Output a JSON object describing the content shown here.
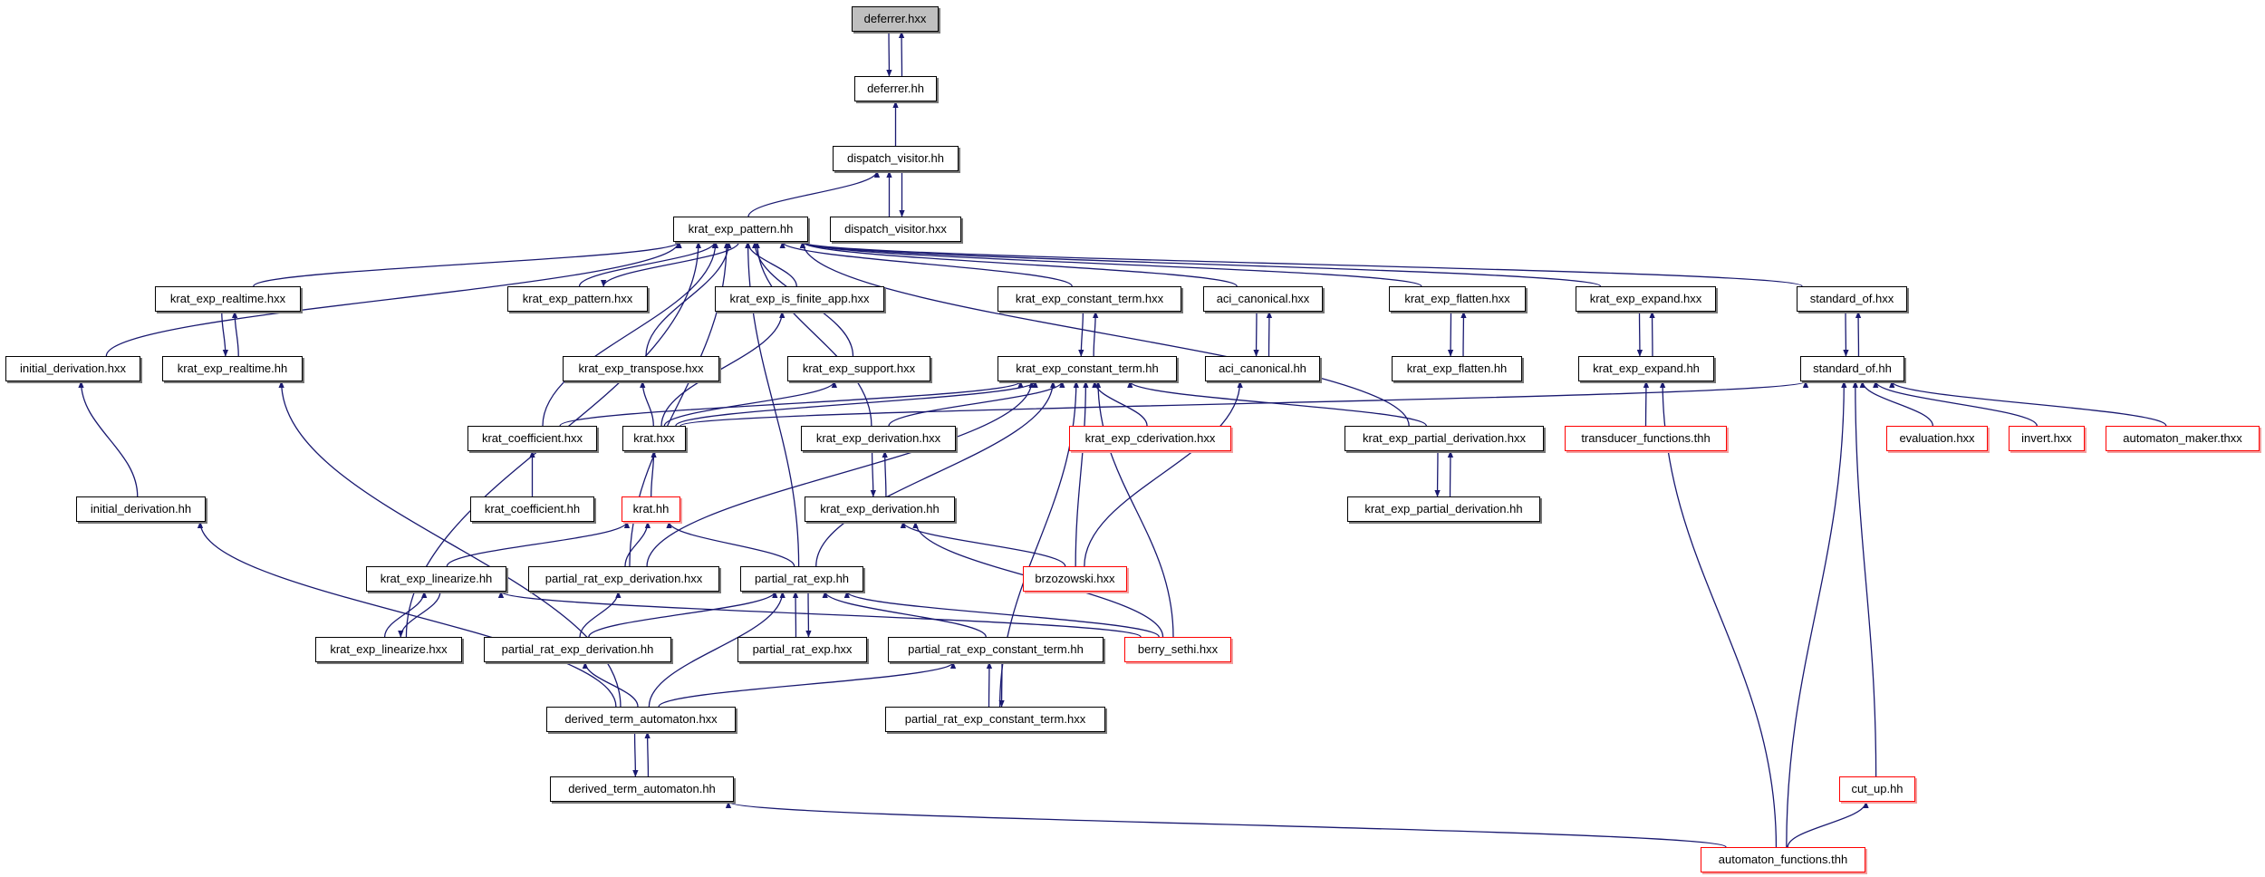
{
  "diagram": {
    "type": "include-dependency-graph",
    "colors": {
      "edge": "#191970",
      "normal_border": "#000000",
      "incomplete_border": "#ff0000",
      "root_fill": "#bfbfbf"
    },
    "nodes": [
      {
        "id": "deferrer.hxx",
        "label": "deferrer.hxx",
        "style": "root"
      },
      {
        "id": "deferrer.hh",
        "label": "deferrer.hh",
        "style": "normal"
      },
      {
        "id": "dispatch_visitor.hh",
        "label": "dispatch_visitor.hh",
        "style": "normal"
      },
      {
        "id": "krat_exp_pattern.hh",
        "label": "krat_exp_pattern.hh",
        "style": "normal"
      },
      {
        "id": "dispatch_visitor.hxx",
        "label": "dispatch_visitor.hxx",
        "style": "normal"
      },
      {
        "id": "krat_exp_realtime.hxx",
        "label": "krat_exp_realtime.hxx",
        "style": "normal"
      },
      {
        "id": "krat_exp_pattern.hxx",
        "label": "krat_exp_pattern.hxx",
        "style": "normal"
      },
      {
        "id": "krat_exp_is_finite_app.hxx",
        "label": "krat_exp_is_finite_app.hxx",
        "style": "normal"
      },
      {
        "id": "krat_exp_constant_term.hxx",
        "label": "krat_exp_constant_term.hxx",
        "style": "normal"
      },
      {
        "id": "aci_canonical.hxx",
        "label": "aci_canonical.hxx",
        "style": "normal"
      },
      {
        "id": "krat_exp_flatten.hxx",
        "label": "krat_exp_flatten.hxx",
        "style": "normal"
      },
      {
        "id": "krat_exp_expand.hxx",
        "label": "krat_exp_expand.hxx",
        "style": "normal"
      },
      {
        "id": "standard_of.hxx",
        "label": "standard_of.hxx",
        "style": "normal"
      },
      {
        "id": "initial_derivation.hxx",
        "label": "initial_derivation.hxx",
        "style": "normal"
      },
      {
        "id": "krat_exp_realtime.hh",
        "label": "krat_exp_realtime.hh",
        "style": "normal"
      },
      {
        "id": "krat_exp_transpose.hxx",
        "label": "krat_exp_transpose.hxx",
        "style": "normal"
      },
      {
        "id": "krat_exp_support.hxx",
        "label": "krat_exp_support.hxx",
        "style": "normal"
      },
      {
        "id": "krat_exp_constant_term.hh",
        "label": "krat_exp_constant_term.hh",
        "style": "normal"
      },
      {
        "id": "aci_canonical.hh",
        "label": "aci_canonical.hh",
        "style": "normal"
      },
      {
        "id": "krat_exp_flatten.hh",
        "label": "krat_exp_flatten.hh",
        "style": "normal"
      },
      {
        "id": "krat_exp_expand.hh",
        "label": "krat_exp_expand.hh",
        "style": "normal"
      },
      {
        "id": "standard_of.hh",
        "label": "standard_of.hh",
        "style": "normal"
      },
      {
        "id": "krat_coefficient.hxx",
        "label": "krat_coefficient.hxx",
        "style": "normal"
      },
      {
        "id": "krat.hxx",
        "label": "krat.hxx",
        "style": "normal"
      },
      {
        "id": "krat_exp_derivation.hxx",
        "label": "krat_exp_derivation.hxx",
        "style": "normal"
      },
      {
        "id": "krat_exp_cderivation.hxx",
        "label": "krat_exp_cderivation.hxx",
        "style": "red"
      },
      {
        "id": "krat_exp_partial_derivation.hxx",
        "label": "krat_exp_partial_derivation.hxx",
        "style": "normal"
      },
      {
        "id": "transducer_functions.thh",
        "label": "transducer_functions.thh",
        "style": "red"
      },
      {
        "id": "evaluation.hxx",
        "label": "evaluation.hxx",
        "style": "red"
      },
      {
        "id": "invert.hxx",
        "label": "invert.hxx",
        "style": "red"
      },
      {
        "id": "automaton_maker.thxx",
        "label": "automaton_maker.thxx",
        "style": "red"
      },
      {
        "id": "initial_derivation.hh",
        "label": "initial_derivation.hh",
        "style": "normal"
      },
      {
        "id": "krat_coefficient.hh",
        "label": "krat_coefficient.hh",
        "style": "normal"
      },
      {
        "id": "krat.hh",
        "label": "krat.hh",
        "style": "red"
      },
      {
        "id": "krat_exp_derivation.hh",
        "label": "krat_exp_derivation.hh",
        "style": "normal"
      },
      {
        "id": "krat_exp_partial_derivation.hh",
        "label": "krat_exp_partial_derivation.hh",
        "style": "normal"
      },
      {
        "id": "krat_exp_linearize.hh",
        "label": "krat_exp_linearize.hh",
        "style": "normal"
      },
      {
        "id": "partial_rat_exp_derivation.hxx",
        "label": "partial_rat_exp_derivation.hxx",
        "style": "normal"
      },
      {
        "id": "partial_rat_exp.hh",
        "label": "partial_rat_exp.hh",
        "style": "normal"
      },
      {
        "id": "brzozowski.hxx",
        "label": "brzozowski.hxx",
        "style": "red"
      },
      {
        "id": "krat_exp_linearize.hxx",
        "label": "krat_exp_linearize.hxx",
        "style": "normal"
      },
      {
        "id": "partial_rat_exp_derivation.hh",
        "label": "partial_rat_exp_derivation.hh",
        "style": "normal"
      },
      {
        "id": "partial_rat_exp.hxx",
        "label": "partial_rat_exp.hxx",
        "style": "normal"
      },
      {
        "id": "partial_rat_exp_constant_term.hh",
        "label": "partial_rat_exp_constant_term.hh",
        "style": "normal"
      },
      {
        "id": "berry_sethi.hxx",
        "label": "berry_sethi.hxx",
        "style": "red"
      },
      {
        "id": "derived_term_automaton.hxx",
        "label": "derived_term_automaton.hxx",
        "style": "normal"
      },
      {
        "id": "partial_rat_exp_constant_term.hxx",
        "label": "partial_rat_exp_constant_term.hxx",
        "style": "normal"
      },
      {
        "id": "derived_term_automaton.hh",
        "label": "derived_term_automaton.hh",
        "style": "normal"
      },
      {
        "id": "cut_up.hh",
        "label": "cut_up.hh",
        "style": "red"
      },
      {
        "id": "automaton_functions.thh",
        "label": "automaton_functions.thh",
        "style": "red"
      }
    ],
    "edges": [
      [
        "deferrer.hh",
        "deferrer.hxx"
      ],
      [
        "deferrer.hxx",
        "deferrer.hh"
      ],
      [
        "dispatch_visitor.hh",
        "deferrer.hh"
      ],
      [
        "krat_exp_pattern.hh",
        "dispatch_visitor.hh"
      ],
      [
        "dispatch_visitor.hxx",
        "dispatch_visitor.hh"
      ],
      [
        "dispatch_visitor.hh",
        "dispatch_visitor.hxx"
      ],
      [
        "initial_derivation.hxx",
        "krat_exp_pattern.hh"
      ],
      [
        "krat_exp_realtime.hxx",
        "krat_exp_pattern.hh"
      ],
      [
        "krat_exp_pattern.hxx",
        "krat_exp_pattern.hh"
      ],
      [
        "krat_exp_pattern.hh",
        "krat_exp_pattern.hxx"
      ],
      [
        "krat_exp_is_finite_app.hxx",
        "krat_exp_pattern.hh"
      ],
      [
        "krat_exp_transpose.hxx",
        "krat_exp_pattern.hh"
      ],
      [
        "krat_exp_support.hxx",
        "krat_exp_pattern.hh"
      ],
      [
        "krat_exp_constant_term.hxx",
        "krat_exp_pattern.hh"
      ],
      [
        "aci_canonical.hxx",
        "krat_exp_pattern.hh"
      ],
      [
        "krat_exp_flatten.hxx",
        "krat_exp_pattern.hh"
      ],
      [
        "krat_exp_expand.hxx",
        "krat_exp_pattern.hh"
      ],
      [
        "standard_of.hxx",
        "krat_exp_pattern.hh"
      ],
      [
        "krat_coefficient.hxx",
        "krat_exp_pattern.hh"
      ],
      [
        "krat_exp_derivation.hxx",
        "krat_exp_pattern.hh"
      ],
      [
        "krat_exp_partial_derivation.hxx",
        "krat_exp_pattern.hh"
      ],
      [
        "krat_exp_linearize.hxx",
        "krat_exp_pattern.hh"
      ],
      [
        "partial_rat_exp.hh",
        "krat_exp_pattern.hh"
      ],
      [
        "partial_rat_exp_derivation.hxx",
        "krat_exp_pattern.hh"
      ],
      [
        "krat_exp_realtime.hh",
        "krat_exp_realtime.hxx"
      ],
      [
        "krat_exp_realtime.hxx",
        "krat_exp_realtime.hh"
      ],
      [
        "initial_derivation.hh",
        "initial_derivation.hxx"
      ],
      [
        "krat_exp_constant_term.hh",
        "krat_exp_constant_term.hxx"
      ],
      [
        "krat_exp_constant_term.hxx",
        "krat_exp_constant_term.hh"
      ],
      [
        "aci_canonical.hh",
        "aci_canonical.hxx"
      ],
      [
        "aci_canonical.hxx",
        "aci_canonical.hh"
      ],
      [
        "krat_exp_flatten.hh",
        "krat_exp_flatten.hxx"
      ],
      [
        "krat_exp_flatten.hxx",
        "krat_exp_flatten.hh"
      ],
      [
        "krat_exp_expand.hh",
        "krat_exp_expand.hxx"
      ],
      [
        "krat_exp_expand.hxx",
        "krat_exp_expand.hh"
      ],
      [
        "standard_of.hh",
        "standard_of.hxx"
      ],
      [
        "standard_of.hxx",
        "standard_of.hh"
      ],
      [
        "krat.hxx",
        "krat_exp_is_finite_app.hxx"
      ],
      [
        "krat.hxx",
        "krat_exp_support.hxx"
      ],
      [
        "krat.hxx",
        "krat_exp_transpose.hxx"
      ],
      [
        "krat.hxx",
        "krat_exp_constant_term.hh"
      ],
      [
        "krat.hxx",
        "standard_of.hh"
      ],
      [
        "krat_coefficient.hxx",
        "krat_exp_constant_term.hh"
      ],
      [
        "krat_exp_derivation.hxx",
        "krat_exp_constant_term.hh"
      ],
      [
        "krat_exp_cderivation.hxx",
        "krat_exp_constant_term.hh"
      ],
      [
        "krat_exp_partial_derivation.hxx",
        "krat_exp_constant_term.hh"
      ],
      [
        "transducer_functions.thh",
        "krat_exp_expand.hh"
      ],
      [
        "evaluation.hxx",
        "standard_of.hh"
      ],
      [
        "invert.hxx",
        "standard_of.hh"
      ],
      [
        "automaton_maker.thxx",
        "standard_of.hh"
      ],
      [
        "krat_coefficient.hh",
        "krat_coefficient.hxx"
      ],
      [
        "krat.hh",
        "krat.hxx"
      ],
      [
        "krat_exp_derivation.hh",
        "krat_exp_derivation.hxx"
      ],
      [
        "krat_exp_derivation.hxx",
        "krat_exp_derivation.hh"
      ],
      [
        "krat_exp_partial_derivation.hh",
        "krat_exp_partial_derivation.hxx"
      ],
      [
        "krat_exp_partial_derivation.hxx",
        "krat_exp_partial_derivation.hh"
      ],
      [
        "krat_exp_linearize.hh",
        "krat.hh"
      ],
      [
        "partial_rat_exp_derivation.hxx",
        "krat.hh"
      ],
      [
        "partial_rat_exp.hh",
        "krat.hh"
      ],
      [
        "partial_rat_exp_derivation.hxx",
        "krat_exp_constant_term.hh"
      ],
      [
        "partial_rat_exp.hh",
        "krat_exp_constant_term.hh"
      ],
      [
        "brzozowski.hxx",
        "krat_exp_derivation.hh"
      ],
      [
        "brzozowski.hxx",
        "aci_canonical.hh"
      ],
      [
        "brzozowski.hxx",
        "krat_exp_constant_term.hh"
      ],
      [
        "berry_sethi.hxx",
        "krat_exp_derivation.hh"
      ],
      [
        "berry_sethi.hxx",
        "krat_exp_linearize.hh"
      ],
      [
        "berry_sethi.hxx",
        "partial_rat_exp.hh"
      ],
      [
        "berry_sethi.hxx",
        "krat_exp_constant_term.hh"
      ],
      [
        "krat_exp_linearize.hxx",
        "krat_exp_linearize.hh"
      ],
      [
        "krat_exp_linearize.hh",
        "krat_exp_linearize.hxx"
      ],
      [
        "partial_rat_exp_derivation.hh",
        "partial_rat_exp_derivation.hxx"
      ],
      [
        "partial_rat_exp_derivation.hh",
        "partial_rat_exp.hh"
      ],
      [
        "partial_rat_exp.hxx",
        "partial_rat_exp.hh"
      ],
      [
        "partial_rat_exp.hh",
        "partial_rat_exp.hxx"
      ],
      [
        "partial_rat_exp_constant_term.hh",
        "partial_rat_exp.hh"
      ],
      [
        "derived_term_automaton.hxx",
        "partial_rat_exp_derivation.hh"
      ],
      [
        "derived_term_automaton.hxx",
        "partial_rat_exp.hh"
      ],
      [
        "derived_term_automaton.hxx",
        "partial_rat_exp_constant_term.hh"
      ],
      [
        "derived_term_automaton.hxx",
        "initial_derivation.hh"
      ],
      [
        "derived_term_automaton.hxx",
        "krat_exp_realtime.hh"
      ],
      [
        "partial_rat_exp_constant_term.hxx",
        "partial_rat_exp_constant_term.hh"
      ],
      [
        "partial_rat_exp_constant_term.hh",
        "partial_rat_exp_constant_term.hxx"
      ],
      [
        "partial_rat_exp_constant_term.hxx",
        "krat_exp_constant_term.hh"
      ],
      [
        "derived_term_automaton.hh",
        "derived_term_automaton.hxx"
      ],
      [
        "derived_term_automaton.hxx",
        "derived_term_automaton.hh"
      ],
      [
        "automaton_functions.thh",
        "derived_term_automaton.hh"
      ],
      [
        "automaton_functions.thh",
        "cut_up.hh"
      ],
      [
        "automaton_functions.thh",
        "standard_of.hh"
      ],
      [
        "automaton_functions.thh",
        "krat_exp_expand.hh"
      ],
      [
        "cut_up.hh",
        "standard_of.hh"
      ]
    ]
  }
}
